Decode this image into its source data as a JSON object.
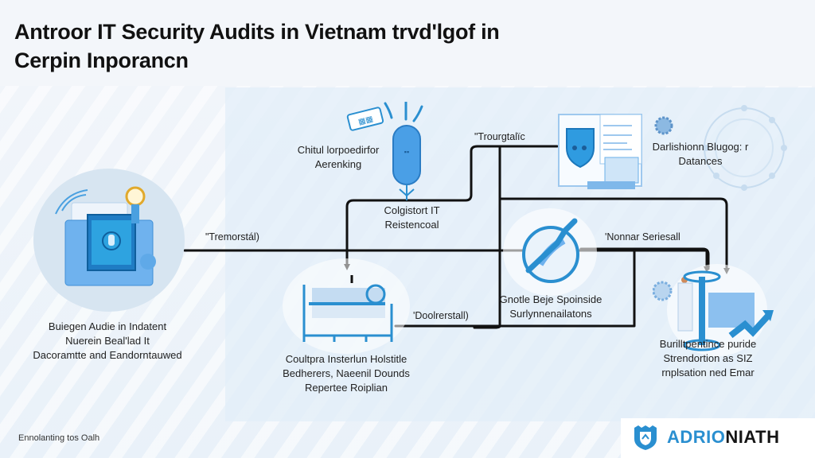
{
  "header": {
    "title_line1": "Antroor IT Security Audits in Vietnam trvd'lɡof in",
    "title_line2": "Cerpin Inporancn"
  },
  "nodes": {
    "left_main": {
      "icon": "computer-security-icon",
      "label_lines": [
        "Buiegen Audie in Indatent",
        "Nuerein Beal'lad It",
        "Dacoramtte and Eandorntauwed"
      ]
    },
    "top_center": {
      "icon": "capsule-device-icon",
      "badge_icon": "tag-icon",
      "label_lines": [
        "Chitul lorpoedirfor",
        "Aerenking"
      ]
    },
    "center_mid": {
      "label_lines": [
        "Colgistort IT",
        "Reistencoal"
      ]
    },
    "top_right_doc": {
      "icon": "shield-document-icon"
    },
    "top_right": {
      "icon": "network-gear-icon",
      "label_lines": [
        "Darlishionn Blugog: r",
        "Datances"
      ]
    },
    "bottom_center": {
      "icon": "server-rack-icon",
      "label_lines": [
        "Coultpra Insterlun Holstitle",
        "Bedherers, Naeenil Dounds",
        "Repertee Roiplian"
      ]
    },
    "mid_right": {
      "icon": "wrench-globe-icon",
      "label_lines": [
        "Gnotle Beje Spoinside",
        "Surlynnenailatons"
      ]
    },
    "bottom_right": {
      "icon": "analytics-chart-icon",
      "label_lines": [
        "Burilltpentince puride",
        "Strendortion as SIZ",
        "rnplsation ned Emar"
      ]
    }
  },
  "connectors": {
    "c1": "\"Tremorstál)",
    "c2": "\"Trourgtalïc",
    "c3": "'Nonnar Seriesall",
    "c4": "'Doolrerstall)"
  },
  "footer": {
    "caption": "Ennolanting tos Oalh",
    "logo_part1": "ADRIO",
    "logo_part2": "NIATH"
  },
  "colors": {
    "accent": "#2a8fd0",
    "accent_light": "#7fb8ea",
    "wire": "#111111",
    "bg": "#eef3f9"
  }
}
